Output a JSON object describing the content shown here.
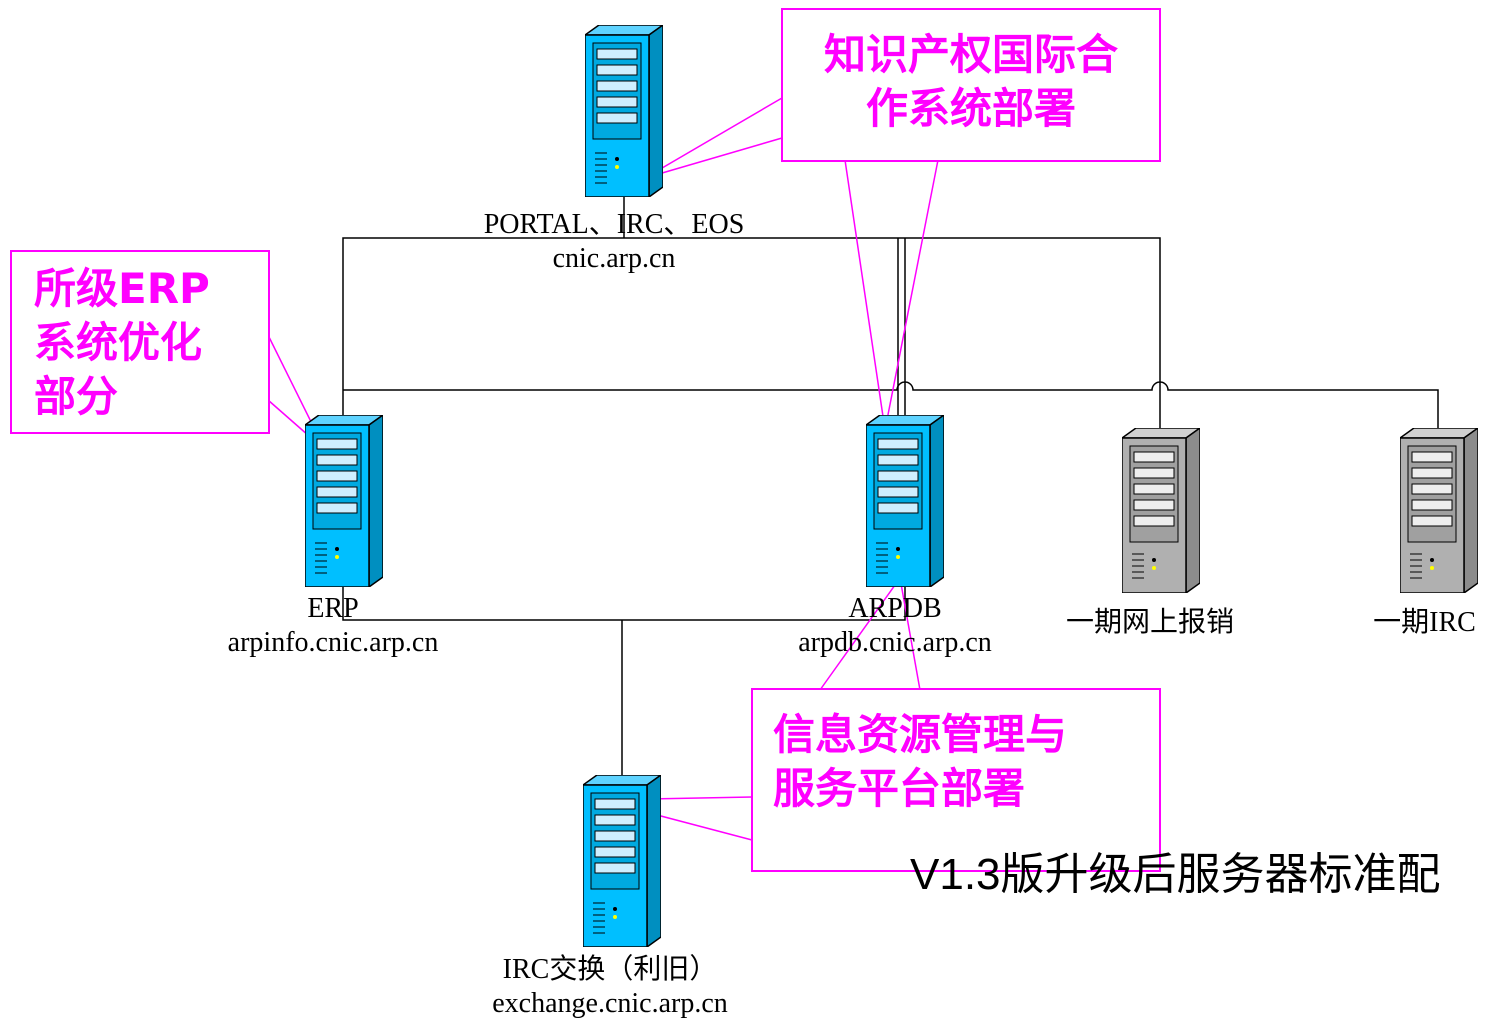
{
  "servers": {
    "portal": {
      "name": "PORTAL、IRC、EOS",
      "host": "cnic.arp.cn",
      "color": "#00bfff"
    },
    "erp": {
      "name": "ERP",
      "host": "arpinfo.cnic.arp.cn",
      "color": "#00bfff"
    },
    "arpdb": {
      "name": "ARPDB",
      "host": "arpdb.cnic.arp.cn",
      "color": "#00bfff"
    },
    "reimburse": {
      "name": "一期网上报销",
      "color": "#b0b0b0"
    },
    "irc1": {
      "name": "一期IRC",
      "color": "#b0b0b0"
    },
    "exchange": {
      "name": "IRC交换（利旧）",
      "host": "exchange.cnic.arp.cn",
      "color": "#00bfff"
    }
  },
  "callouts": {
    "ip_coop": [
      "知识产权国际合",
      "作系统部署"
    ],
    "erp_opt": [
      "所级ERP",
      "系统优化",
      "部分"
    ],
    "info_res": [
      "信息资源管理与",
      "服务平台部署"
    ]
  },
  "caption": "V1.3版升级后服务器标准配",
  "colors": {
    "callout": "#ff00ff",
    "wire": "#000000"
  }
}
